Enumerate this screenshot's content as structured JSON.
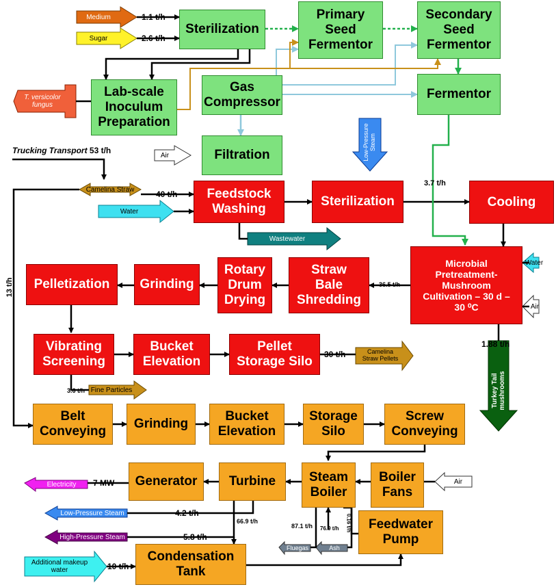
{
  "boxes": {
    "sterilization_top": "Sterilization",
    "primary_seed": "Primary\nSeed\nFermentor",
    "secondary_seed": "Secondary\nSeed\nFermentor",
    "lab_inoculum": "Lab-scale\nInoculum\nPreparation",
    "gas_compressor": "Gas\nCompressor",
    "fermentor": "Fermentor",
    "filtration": "Filtration",
    "feedstock_washing": "Feedstock\nWashing",
    "sterilization_mid": "Sterilization",
    "cooling": "Cooling",
    "microbial": "Microbial\nPretreatment-\nMushroom\nCultivation – 30 d –\n30 ⁰C",
    "pelletization": "Pelletization",
    "grinding_red": "Grinding",
    "rotary_drum": "Rotary\nDrum\nDrying",
    "straw_bale": "Straw\nBale\nShredding",
    "vibrating": "Vibrating\nScreening",
    "bucket_red": "Bucket\nElevation",
    "pellet_silo": "Pellet\nStorage Silo",
    "belt": "Belt\nConveying",
    "grinding_orange": "Grinding",
    "bucket_orange": "Bucket\nElevation",
    "storage_silo": "Storage\nSilo",
    "screw": "Screw\nConveying",
    "generator": "Generator",
    "turbine": "Turbine",
    "steam_boiler": "Steam\nBoiler",
    "boiler_fans": "Boiler\nFans",
    "feedwater": "Feedwater\nPump",
    "condensation": "Condensation\nTank"
  },
  "streams": {
    "medium": "Medium",
    "sugar": "Sugar",
    "fungus": "T. versicolor\nfungus",
    "air1": "Air",
    "camelina_straw": "Camelina Straw",
    "water1": "Water",
    "wastewater": "Wastewater",
    "lp_steam_in": "Low-Pressure\nSteam",
    "water2": "Water",
    "air2": "Air",
    "turkey_tail": "Turkey Tail\nmushrooms",
    "pellets_out": "Camelina\nStraw Pellets",
    "fine_particles": "Fine Particles",
    "electricity": "Electricity",
    "lp_steam_out": "Low-Pressure Steam",
    "hp_steam_out": "High-Pressure Steam",
    "makeup": "Additional makeup\nwater",
    "air3": "Air",
    "fluegas": "Fluegas",
    "ash": "Ash"
  },
  "flows": {
    "medium_rate": "1.1 t/h",
    "sugar_rate": "2.6 t/h",
    "trucking": "Trucking Transport",
    "trucking_rate": "53 t/h",
    "straw_rate": "40 t/h",
    "cool_rate": "3.7 t/h",
    "shred_rate": "36.5 t/h",
    "bypass_rate": "13 t/h",
    "mushroom_rate": "1.88 t/h",
    "pellet_rate": "30 t/h",
    "fines_rate": "3.6 t/h",
    "power": "7 MW",
    "lp_rate": "4.2 t/h",
    "hp_rate": "5.8 t/h",
    "turbine_cond": "66.9 t/h",
    "boiler_in": "87.1 t/h",
    "boiler_steam": "76.9 t/h",
    "boiler_ash": "0.16 t/h",
    "makeup_rate": "10 t/h"
  }
}
